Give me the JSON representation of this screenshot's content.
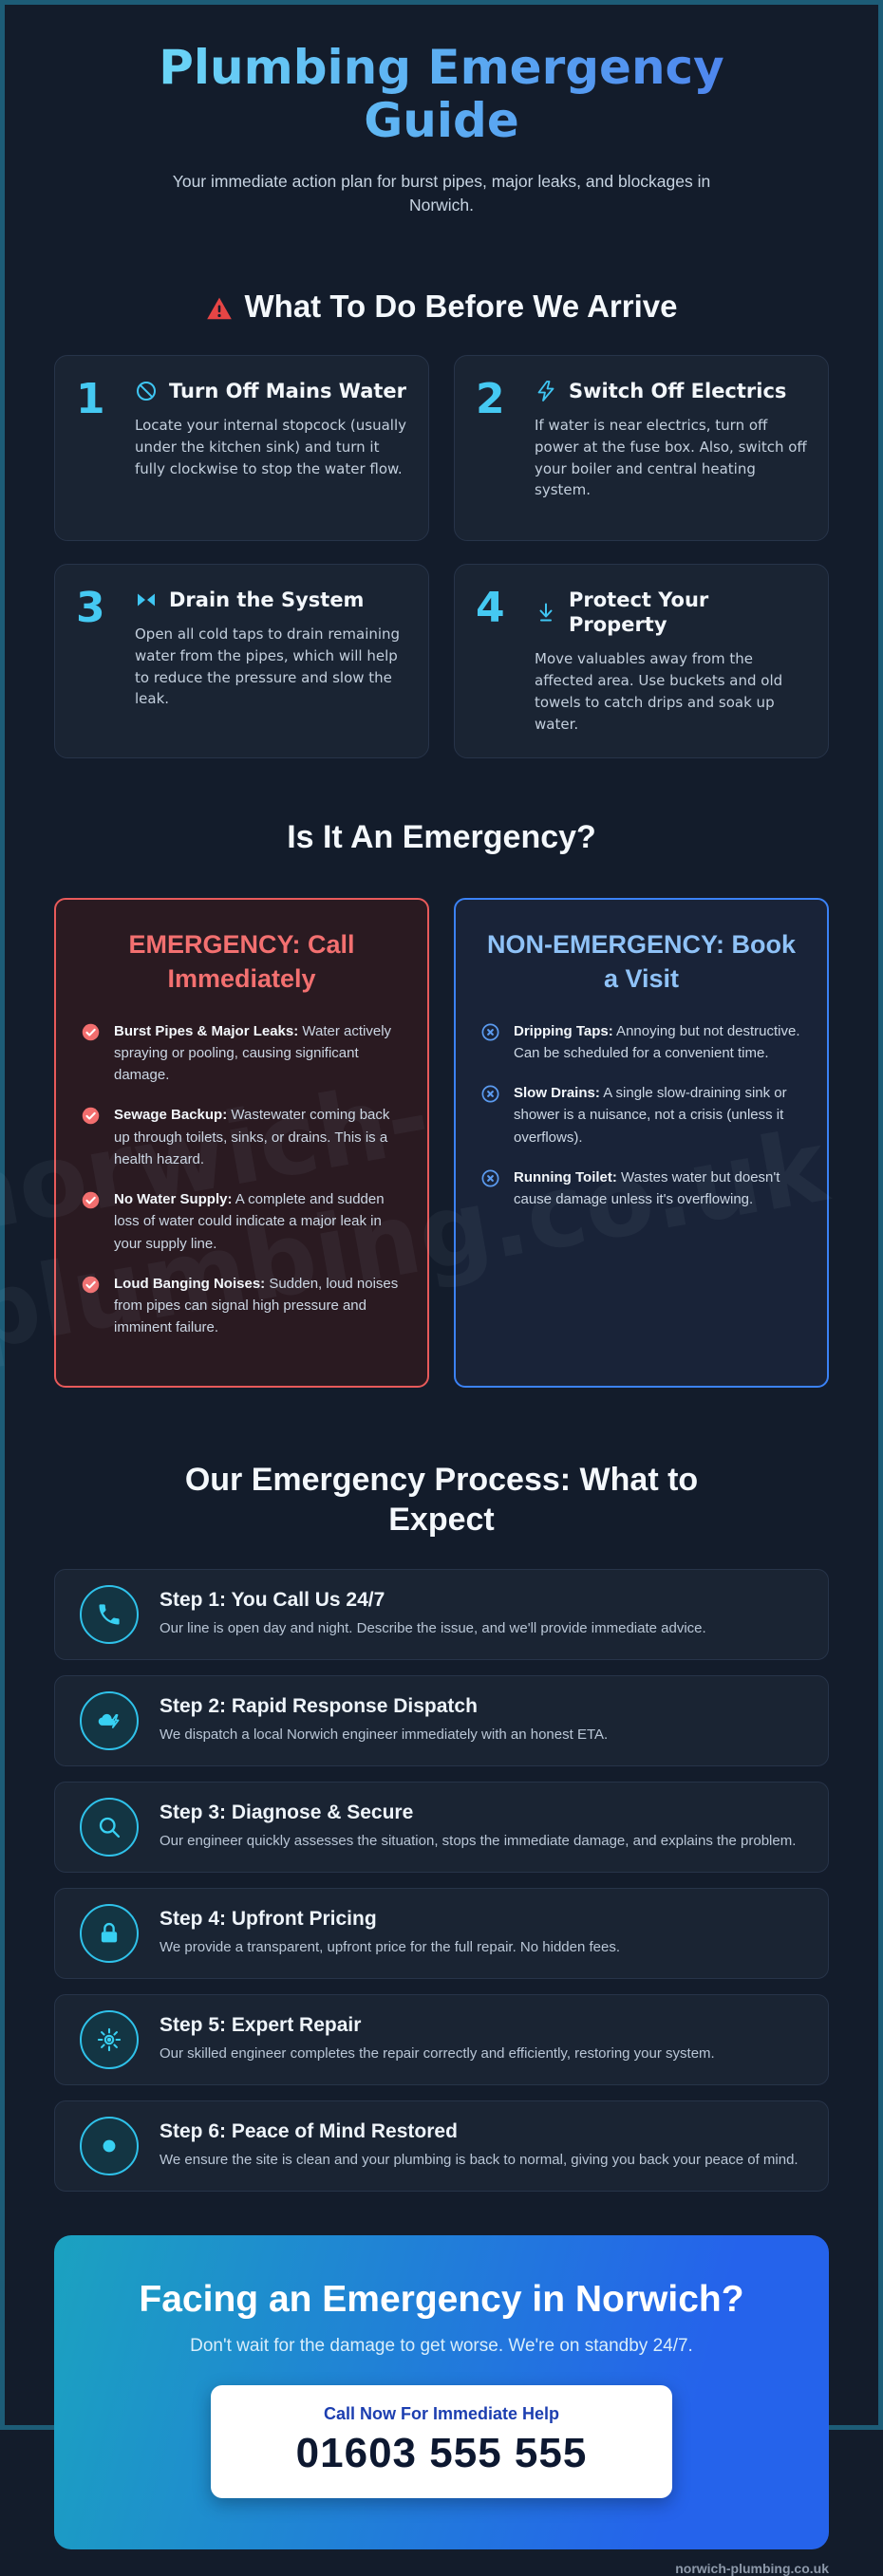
{
  "page": {
    "title": "Plumbing Emergency Guide",
    "subtitle": "Your immediate action plan for burst pipes, major leaks, and blockages in Norwich.",
    "watermark_line1": "norwich-",
    "watermark_line2": "plumbing.co.uk",
    "footer": "norwich-plumbing.co.uk"
  },
  "colors": {
    "accent_cyan": "#45c9f2",
    "title_gradient_start": "#6ad5f6",
    "title_gradient_end": "#4e86ee",
    "emergency_red": "#e85a5a",
    "non_emergency_blue": "#3b82f6",
    "cta_gradient_start": "#1ba2c0",
    "cta_gradient_end": "#2563eb",
    "button_text_blue": "#1c3eb0",
    "page_background": "#131c2b",
    "frame_border_teal": "#1d5c77"
  },
  "before_we_arrive": {
    "heading": "What To Do Before We Arrive",
    "heading_icon": "warning-triangle-icon",
    "steps": [
      {
        "number": "1",
        "icon": "ban-icon",
        "title": "Turn Off Mains Water",
        "text": "Locate your internal stopcock (usually under the kitchen sink) and turn it fully clockwise to stop the water flow."
      },
      {
        "number": "2",
        "icon": "bolt-icon",
        "title": "Switch Off Electrics",
        "text": "If water is near electrics, turn off power at the fuse box. Also, switch off your boiler and central heating system."
      },
      {
        "number": "3",
        "icon": "valve-icon",
        "title": "Drain the System",
        "text": "Open all cold taps to drain remaining water from the pipes, which will help to reduce the pressure and slow the leak."
      },
      {
        "number": "4",
        "icon": "arrow-down-icon",
        "title": "Protect Your Property",
        "text": "Move valuables away from the affected area. Use buckets and old towels to catch drips and soak up water."
      }
    ]
  },
  "triage": {
    "heading": "Is It An Emergency?",
    "emergency": {
      "title": "EMERGENCY: Call Immediately",
      "item_icon": "check-circle-icon",
      "items": [
        {
          "label": "Burst Pipes & Major Leaks:",
          "text": "Water actively spraying or pooling, causing significant damage."
        },
        {
          "label": "Sewage Backup:",
          "text": "Wastewater coming back up through toilets, sinks, or drains. This is a health hazard."
        },
        {
          "label": "No Water Supply:",
          "text": "A complete and sudden loss of water could indicate a major leak in your supply line."
        },
        {
          "label": "Loud Banging Noises:",
          "text": "Sudden, loud noises from pipes can signal high pressure and imminent failure."
        }
      ]
    },
    "non_emergency": {
      "title": "NON-EMERGENCY: Book a Visit",
      "item_icon": "x-circle-icon",
      "items": [
        {
          "label": "Dripping Taps:",
          "text": "Annoying but not destructive. Can be scheduled for a convenient time."
        },
        {
          "label": "Slow Drains:",
          "text": "A single slow-draining sink or shower is a nuisance, not a crisis (unless it overflows)."
        },
        {
          "label": "Running Toilet:",
          "text": "Wastes water but doesn't cause damage unless it's overflowing."
        }
      ]
    }
  },
  "process": {
    "heading": "Our Emergency Process: What to Expect",
    "steps": [
      {
        "icon": "phone-icon",
        "title": "Step 1: You Call Us 24/7",
        "text": "Our line is open day and night. Describe the issue, and we'll provide immediate advice."
      },
      {
        "icon": "storm-cloud-bolt-icon",
        "title": "Step 2: Rapid Response Dispatch",
        "text": "We dispatch a local Norwich engineer immediately with an honest ETA."
      },
      {
        "icon": "magnifier-icon",
        "title": "Step 3: Diagnose & Secure",
        "text": "Our engineer quickly assesses the situation, stops the immediate damage, and explains the problem."
      },
      {
        "icon": "lock-icon",
        "title": "Step 4: Upfront Pricing",
        "text": "We provide a transparent, upfront price for the full repair. No hidden fees."
      },
      {
        "icon": "gear-icon",
        "title": "Step 5: Expert Repair",
        "text": "Our skilled engineer completes the repair correctly and efficiently, restoring your system."
      },
      {
        "icon": "dot-circle-icon",
        "title": "Step 6: Peace of Mind Restored",
        "text": "We ensure the site is clean and your plumbing is back to normal, giving you back your peace of mind."
      }
    ]
  },
  "cta": {
    "title": "Facing an Emergency in Norwich?",
    "subtitle": "Don't wait for the damage to get worse. We're on standby 24/7.",
    "button_label": "Call Now For Immediate Help",
    "phone": "01603 555 555"
  }
}
